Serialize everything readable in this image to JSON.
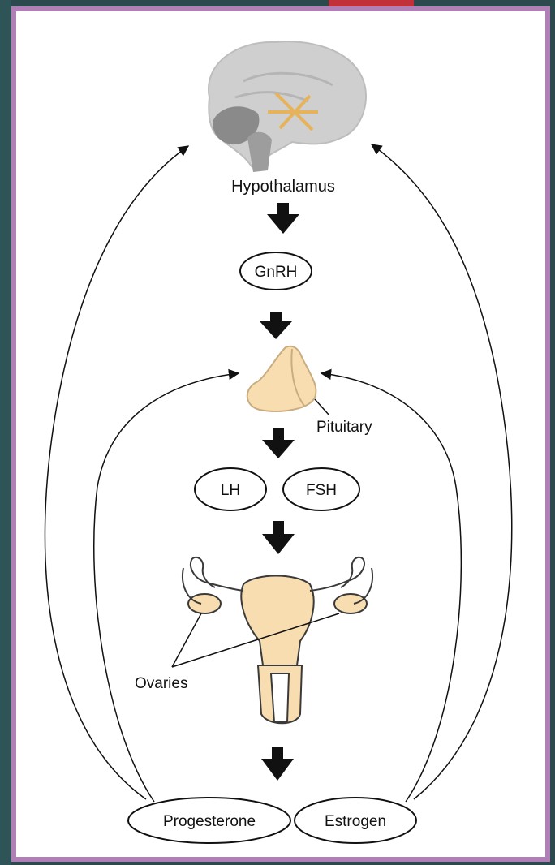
{
  "labels": {
    "hypothalamus": "Hypothalamus",
    "gnrh": "GnRH",
    "pituitary": "Pituitary",
    "lh": "LH",
    "fsh": "FSH",
    "ovaries": "Ovaries",
    "progesterone": "Progesterone",
    "estrogen": "Estrogen"
  },
  "colors": {
    "frame_border": "#b07fb5",
    "background_dark": "#2c4a4e",
    "accent_top": "#c2313a",
    "organ_fill": "#f7ddb0",
    "brain_fill": "#cfcfcf"
  }
}
